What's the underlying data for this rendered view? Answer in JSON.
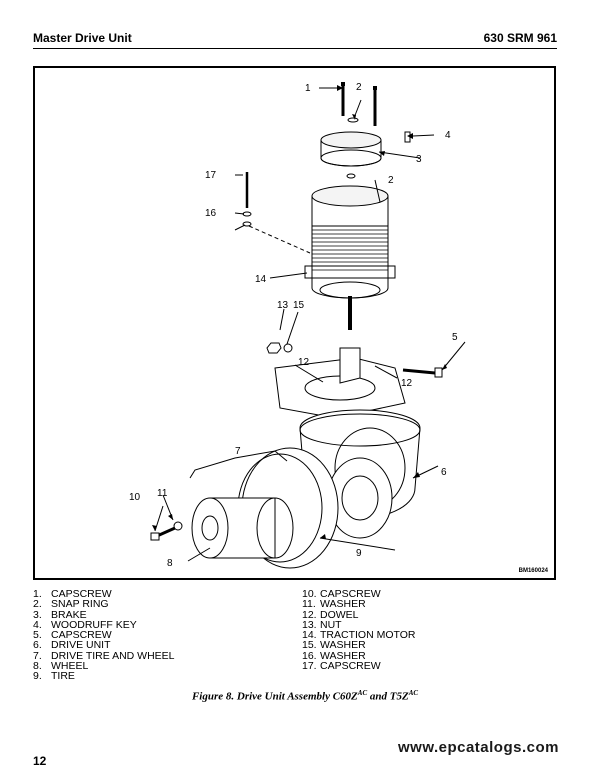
{
  "header": {
    "section_title": "Master Drive Unit",
    "doc_code": "630 SRM 961"
  },
  "figure": {
    "drawing_id": "BM160024",
    "callouts": [
      "1",
      "2",
      "2",
      "3",
      "4",
      "5",
      "6",
      "7",
      "8",
      "9",
      "10",
      "11",
      "12",
      "12",
      "13",
      "14",
      "15",
      "16",
      "17"
    ]
  },
  "legend": {
    "col1": [
      {
        "num": "1.",
        "label": "CAPSCREW"
      },
      {
        "num": "2.",
        "label": "SNAP RING"
      },
      {
        "num": "3.",
        "label": "BRAKE"
      },
      {
        "num": "4.",
        "label": "WOODRUFF KEY"
      },
      {
        "num": "5.",
        "label": "CAPSCREW"
      },
      {
        "num": "6.",
        "label": "DRIVE UNIT"
      },
      {
        "num": "7.",
        "label": "DRIVE TIRE AND WHEEL"
      },
      {
        "num": "8.",
        "label": "WHEEL"
      },
      {
        "num": "9.",
        "label": "TIRE"
      }
    ],
    "col2": [
      {
        "num": "10.",
        "label": "CAPSCREW"
      },
      {
        "num": "11.",
        "label": "WASHER"
      },
      {
        "num": "12.",
        "label": "DOWEL"
      },
      {
        "num": "13.",
        "label": "NUT"
      },
      {
        "num": "14.",
        "label": "TRACTION MOTOR"
      },
      {
        "num": "15.",
        "label": "WASHER"
      },
      {
        "num": "16.",
        "label": "WASHER"
      },
      {
        "num": "17.",
        "label": "CAPSCREW"
      }
    ]
  },
  "caption": {
    "prefix": "Figure 8.  Drive Unit Assembly C60Z",
    "sup1": "AC",
    "middle": " and T5Z",
    "sup2": "AC"
  },
  "footer": {
    "page_number": "12",
    "watermark": "www.epcatalogs.com"
  }
}
